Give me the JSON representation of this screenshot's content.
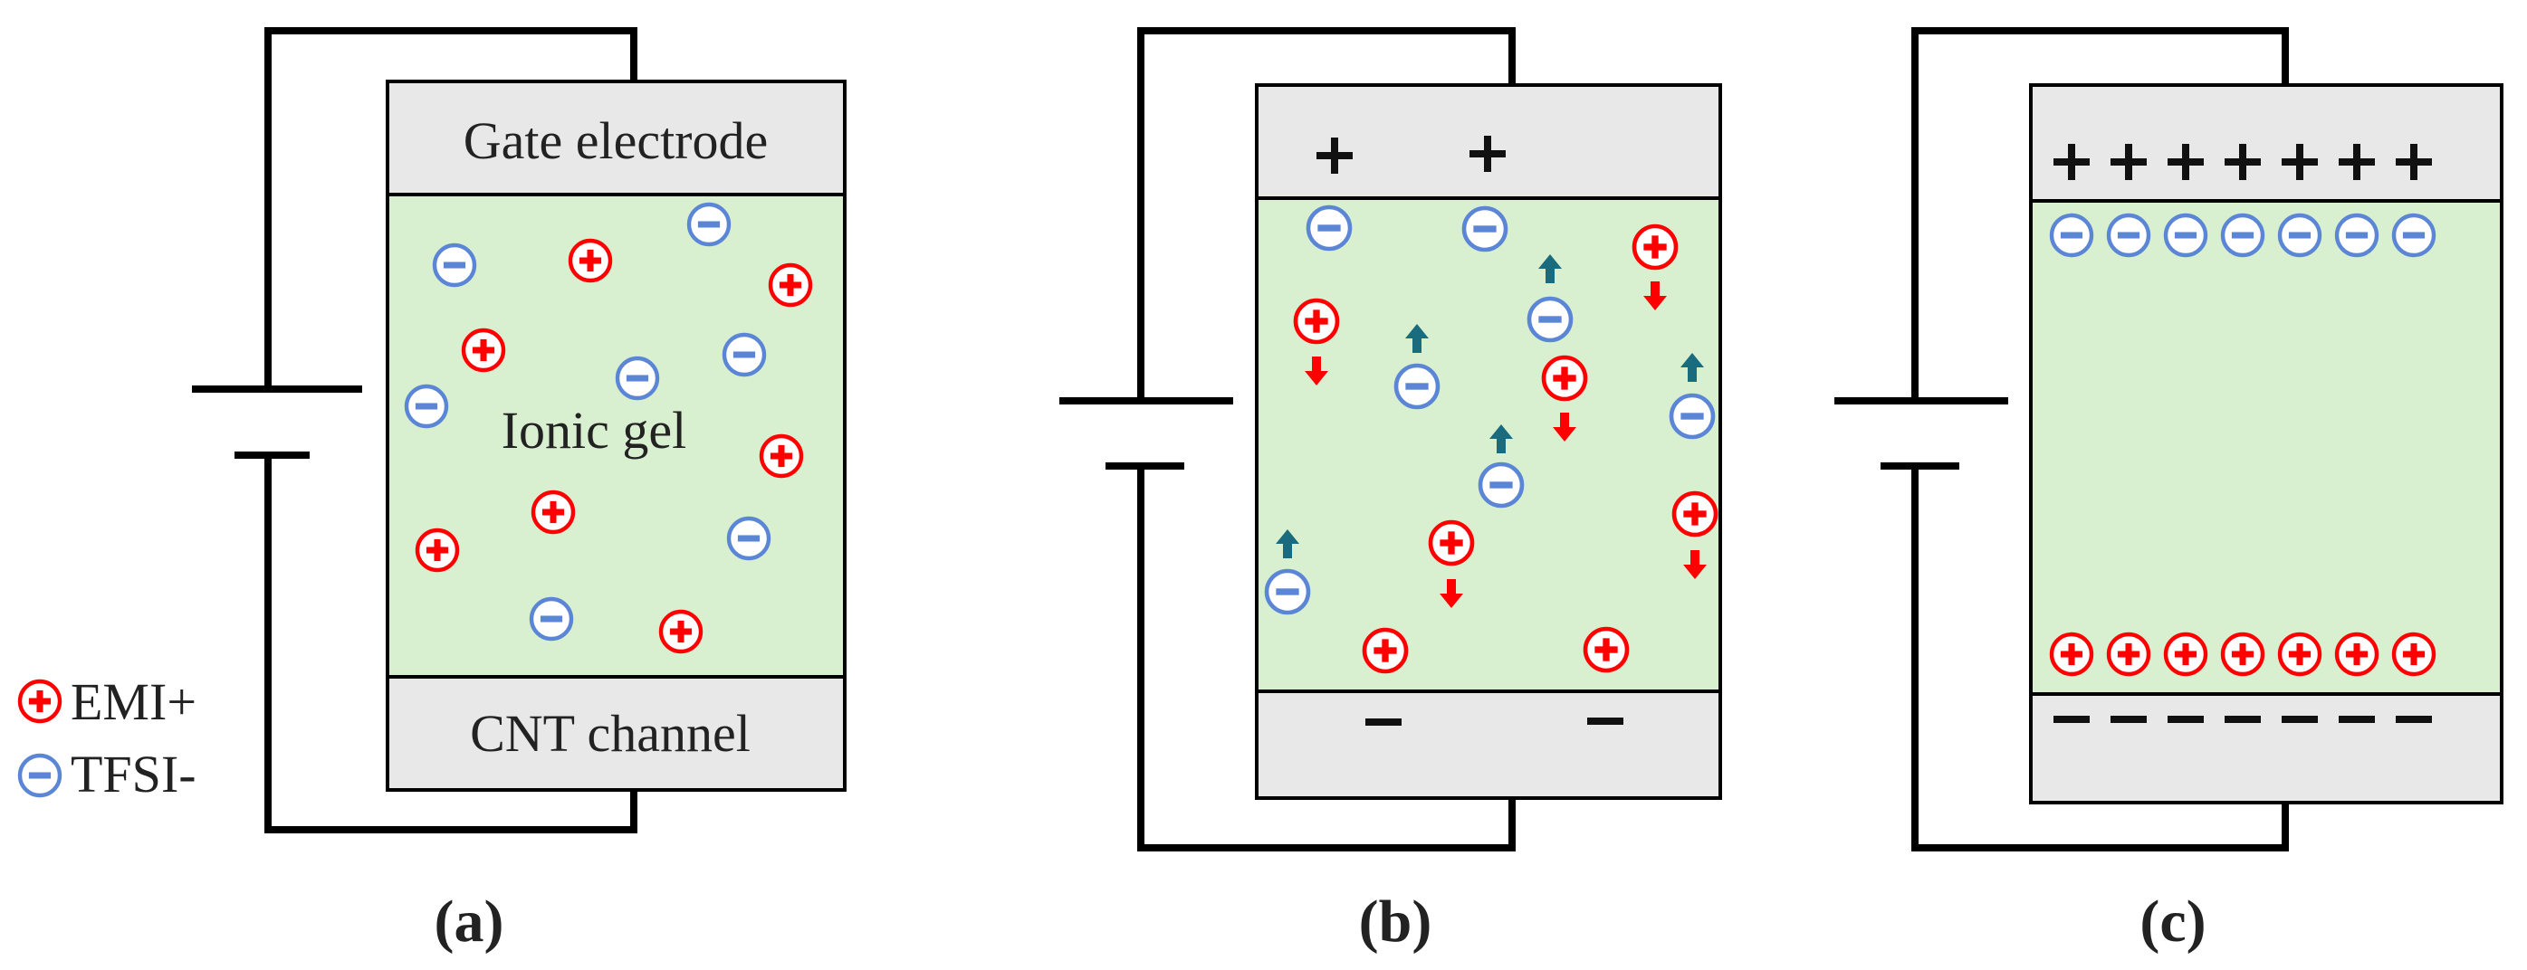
{
  "colors": {
    "wire": "#000000",
    "electrode_fill": "#e8e8e8",
    "gel_fill": "#d9f0d0",
    "cation": "#ff0000",
    "anion": "#5b86d6",
    "anion_arrow": "#1a6b7d",
    "cation_arrow": "#ff0000",
    "sign": "#111111"
  },
  "icons": {
    "cation": "circled-plus-icon",
    "anion": "circled-minus-icon",
    "battery": "battery-symbol-icon",
    "arrow_up": "arrow-up-icon",
    "arrow_down": "arrow-down-icon"
  },
  "legend": {
    "cation_label": "EMI+",
    "anion_label": "TFSI-"
  },
  "panels": [
    {
      "id": "a",
      "caption": "(a)",
      "top_label": "Gate electrode",
      "center_label": "Ionic gel",
      "bottom_label": "CNT channel"
    },
    {
      "id": "b",
      "caption": "(b)"
    },
    {
      "id": "c",
      "caption": "(c)"
    }
  ]
}
